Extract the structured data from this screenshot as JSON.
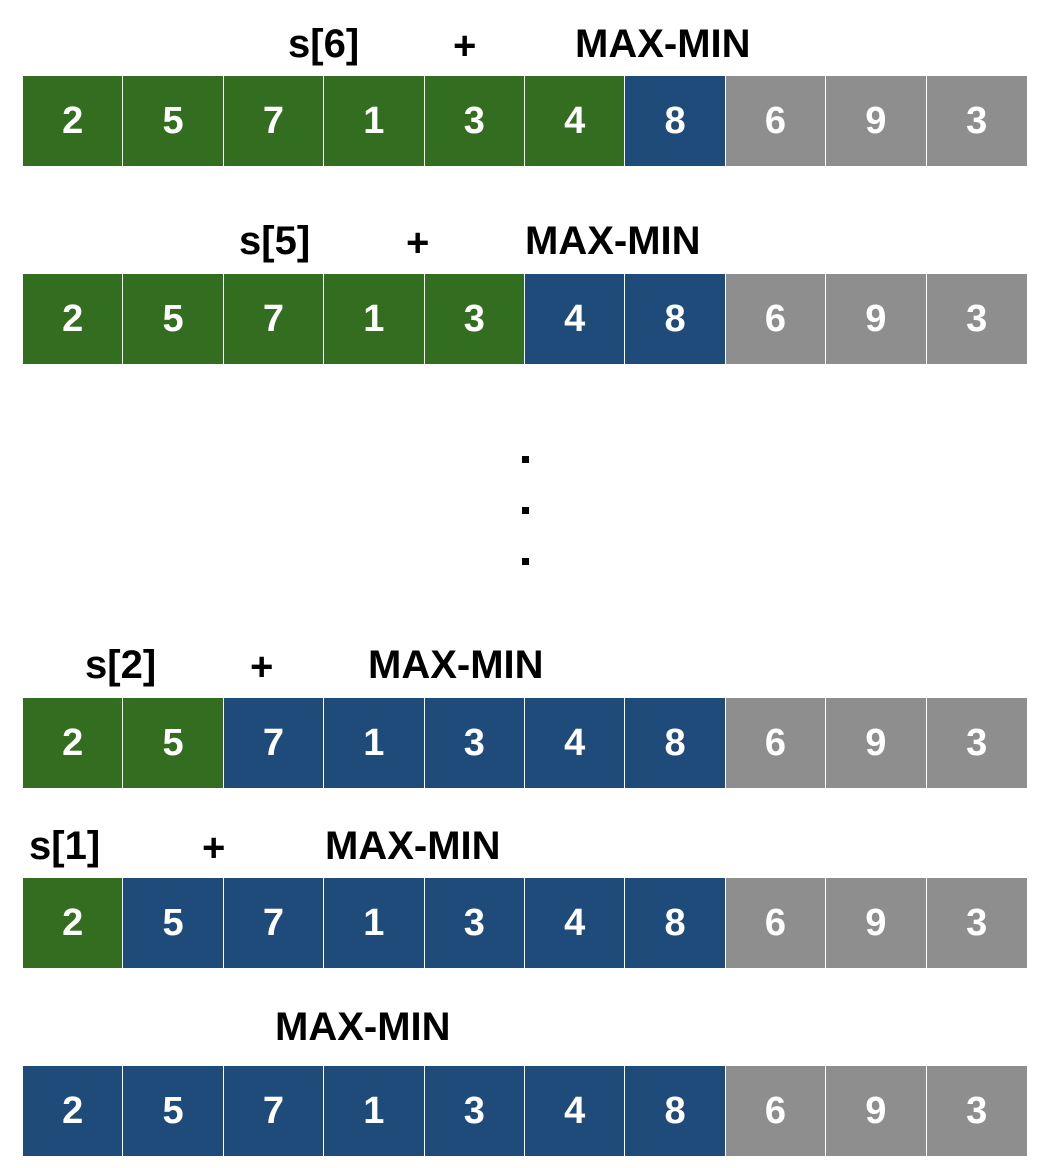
{
  "colors": {
    "green": "#336d1f",
    "blue": "#1f4b7b",
    "gray": "#8e8e8e"
  },
  "rows": [
    {
      "labels": {
        "s": "s[6]",
        "plus": "+",
        "maxmin": "MAX-MIN"
      },
      "values": [
        "2",
        "5",
        "7",
        "1",
        "3",
        "4",
        "8",
        "6",
        "9",
        "3"
      ],
      "colors": [
        "green",
        "green",
        "green",
        "green",
        "green",
        "green",
        "blue",
        "gray",
        "gray",
        "gray"
      ]
    },
    {
      "labels": {
        "s": "s[5]",
        "plus": "+",
        "maxmin": "MAX-MIN"
      },
      "values": [
        "2",
        "5",
        "7",
        "1",
        "3",
        "4",
        "8",
        "6",
        "9",
        "3"
      ],
      "colors": [
        "green",
        "green",
        "green",
        "green",
        "green",
        "blue",
        "blue",
        "gray",
        "gray",
        "gray"
      ]
    },
    {
      "labels": {
        "s": "s[2]",
        "plus": "+",
        "maxmin": "MAX-MIN"
      },
      "values": [
        "2",
        "5",
        "7",
        "1",
        "3",
        "4",
        "8",
        "6",
        "9",
        "3"
      ],
      "colors": [
        "green",
        "green",
        "blue",
        "blue",
        "blue",
        "blue",
        "blue",
        "gray",
        "gray",
        "gray"
      ]
    },
    {
      "labels": {
        "s": "s[1]",
        "plus": "+",
        "maxmin": "MAX-MIN"
      },
      "values": [
        "2",
        "5",
        "7",
        "1",
        "3",
        "4",
        "8",
        "6",
        "9",
        "3"
      ],
      "colors": [
        "green",
        "blue",
        "blue",
        "blue",
        "blue",
        "blue",
        "blue",
        "gray",
        "gray",
        "gray"
      ]
    },
    {
      "labels": {
        "s": "",
        "plus": "",
        "maxmin": "MAX-MIN"
      },
      "values": [
        "2",
        "5",
        "7",
        "1",
        "3",
        "4",
        "8",
        "6",
        "9",
        "3"
      ],
      "colors": [
        "blue",
        "blue",
        "blue",
        "blue",
        "blue",
        "blue",
        "blue",
        "gray",
        "gray",
        "gray"
      ]
    }
  ]
}
